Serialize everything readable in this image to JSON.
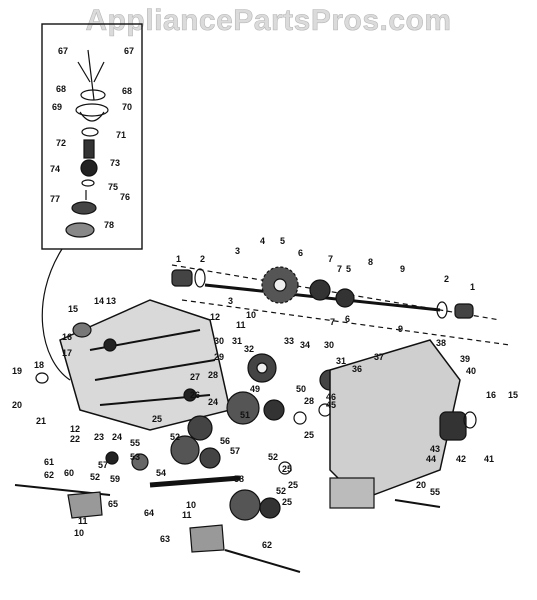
{
  "watermark": "AppliancePartsPros.com",
  "colors": {
    "ink": "#111111",
    "background": "#ffffff",
    "watermark": "#bdbdbd"
  },
  "callouts": {
    "inset": [
      "67",
      "67",
      "68",
      "68",
      "69",
      "70",
      "71",
      "72",
      "73",
      "74",
      "75",
      "76",
      "77",
      "78"
    ],
    "shaft_row": [
      "1",
      "2",
      "3",
      "4",
      "5",
      "6",
      "7",
      "7",
      "5",
      "8",
      "9",
      "2",
      "1",
      "3",
      "10",
      "11",
      "7",
      "6",
      "9"
    ],
    "left_case": [
      "15",
      "14",
      "13",
      "16",
      "17",
      "12",
      "18",
      "19",
      "20",
      "21",
      "12",
      "22",
      "23"
    ],
    "center": [
      "30",
      "31",
      "32",
      "33",
      "34",
      "30",
      "29",
      "27",
      "28",
      "26",
      "49",
      "24",
      "25",
      "51",
      "50",
      "28",
      "46",
      "45",
      "31",
      "36",
      "25",
      "24",
      "57",
      "52",
      "52",
      "25",
      "25",
      "56",
      "53",
      "55",
      "54",
      "58",
      "59",
      "57",
      "10",
      "11",
      "65",
      "64",
      "63",
      "62",
      "60",
      "61",
      "62",
      "52",
      "11",
      "10",
      "52",
      "25"
    ],
    "right_case": [
      "37",
      "38",
      "39",
      "40",
      "16",
      "15",
      "44",
      "43",
      "42",
      "41",
      "20",
      "55"
    ]
  }
}
